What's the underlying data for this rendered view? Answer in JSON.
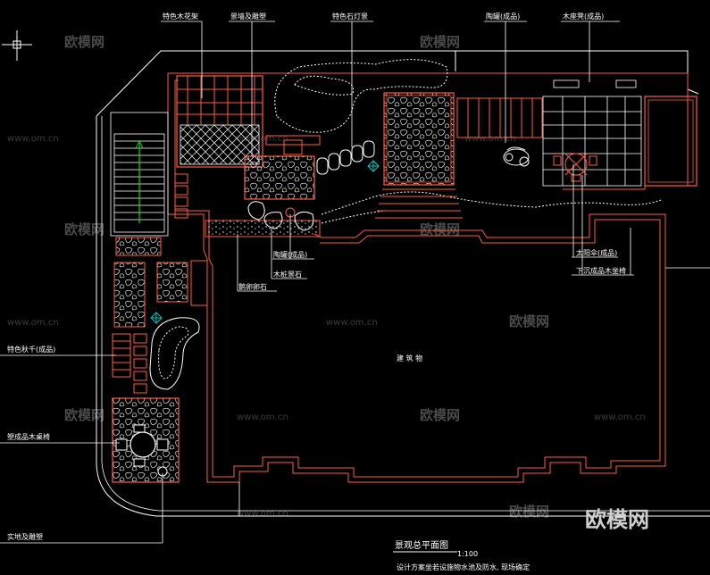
{
  "labels": {
    "top": [
      "特色木花架",
      "景墙及雕塑",
      "特色石灯景",
      "陶罐(成品)",
      "木座凳(成品)"
    ],
    "middle": [
      "太阳伞(成品)",
      "下沉成品木坐椅",
      "陶罐(成品)",
      "木桩景石",
      "鹅卵卵石"
    ],
    "left": [
      "特色秋千(成品)",
      "塑成品木桌椅",
      "实地及雕塑"
    ],
    "building": "建 筑 物"
  },
  "title_block": {
    "title": "景观总平面图",
    "scale": "1:100",
    "note": "设计方案坐若设施物水池及防水, 现场确定"
  },
  "watermarks": {
    "site": "www.om.cn",
    "brand": "欧模网",
    "logo": "欧模网"
  },
  "colors": {
    "background": "#000000",
    "line_red": "#ff5a3c",
    "line_white": "#ffffff",
    "leader": "#ffffff",
    "marker_cyan": "#00c8c8",
    "marker_green": "#00ff00"
  }
}
